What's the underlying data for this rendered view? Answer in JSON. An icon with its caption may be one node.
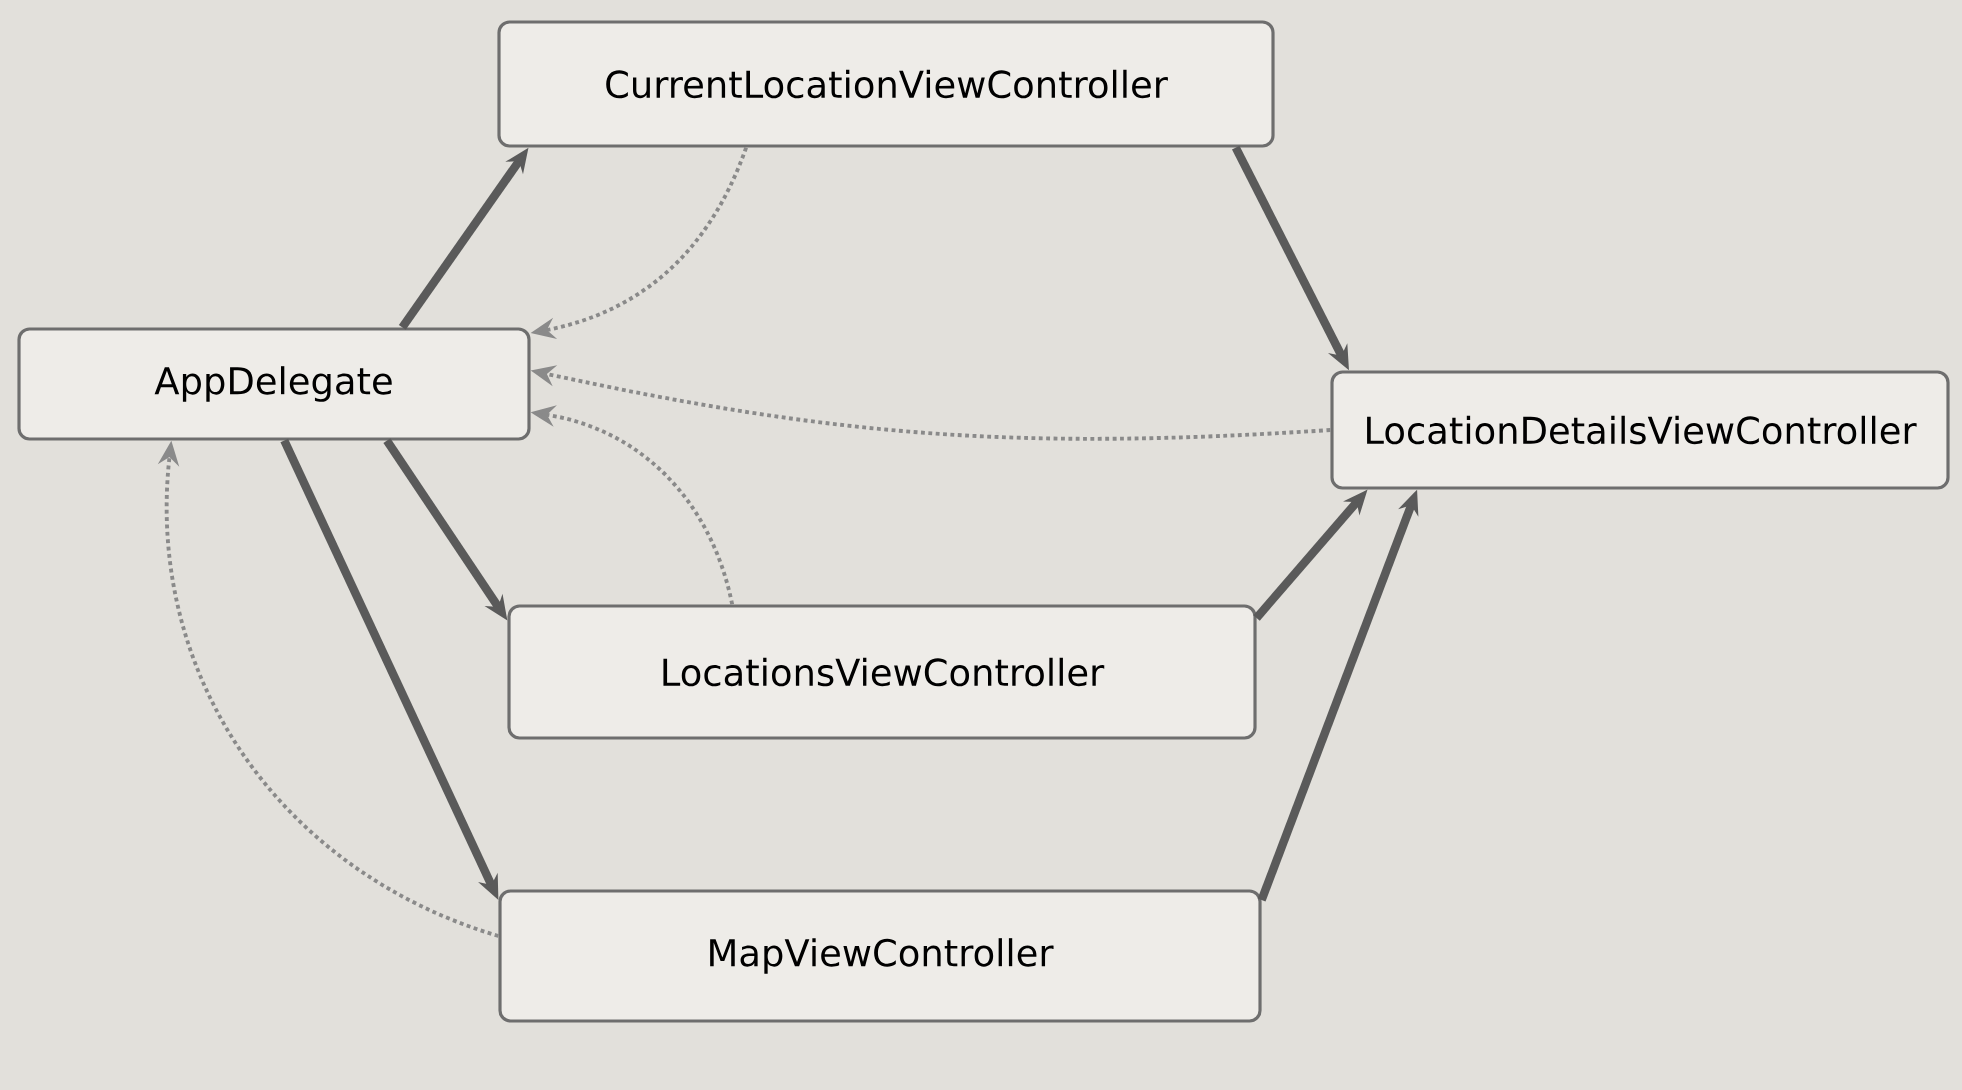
{
  "diagram": {
    "nodes": [
      {
        "text": [
          "CurrentLocationViewController"
        ]
      },
      {
        "text": [
          "AppDelegate"
        ]
      },
      {
        "text": [
          "LocationDetailsViewController"
        ]
      },
      {
        "text": [
          "LocationsViewController"
        ]
      },
      {
        "text": [
          "MapViewController"
        ]
      }
    ],
    "edges": [
      {
        "from": 1,
        "to": 0,
        "arrow": "to"
      },
      {
        "from": 0,
        "to": 2,
        "arrow": "to"
      },
      {
        "from": 1,
        "to": 3,
        "arrow": "to"
      },
      {
        "from": 1,
        "to": 4,
        "arrow": "to"
      },
      {
        "from": 3,
        "to": 2,
        "arrow": "to"
      },
      {
        "from": 4,
        "to": 2,
        "arrow": "to"
      },
      {
        "from": 0,
        "to": 1,
        "arrow": "to",
        "style": "dashed",
        "color": "#8a8a8a"
      },
      {
        "from": 2,
        "to": 1,
        "arrow": "to",
        "style": "dashed",
        "color": "#8a8a8a"
      },
      {
        "from": 3,
        "to": 1,
        "arrow": "to",
        "style": "dashed",
        "color": "#8a8a8a"
      },
      {
        "from": 4,
        "to": 1,
        "arrow": "to",
        "style": "dashed",
        "color": "#8a8a8a"
      }
    ]
  }
}
